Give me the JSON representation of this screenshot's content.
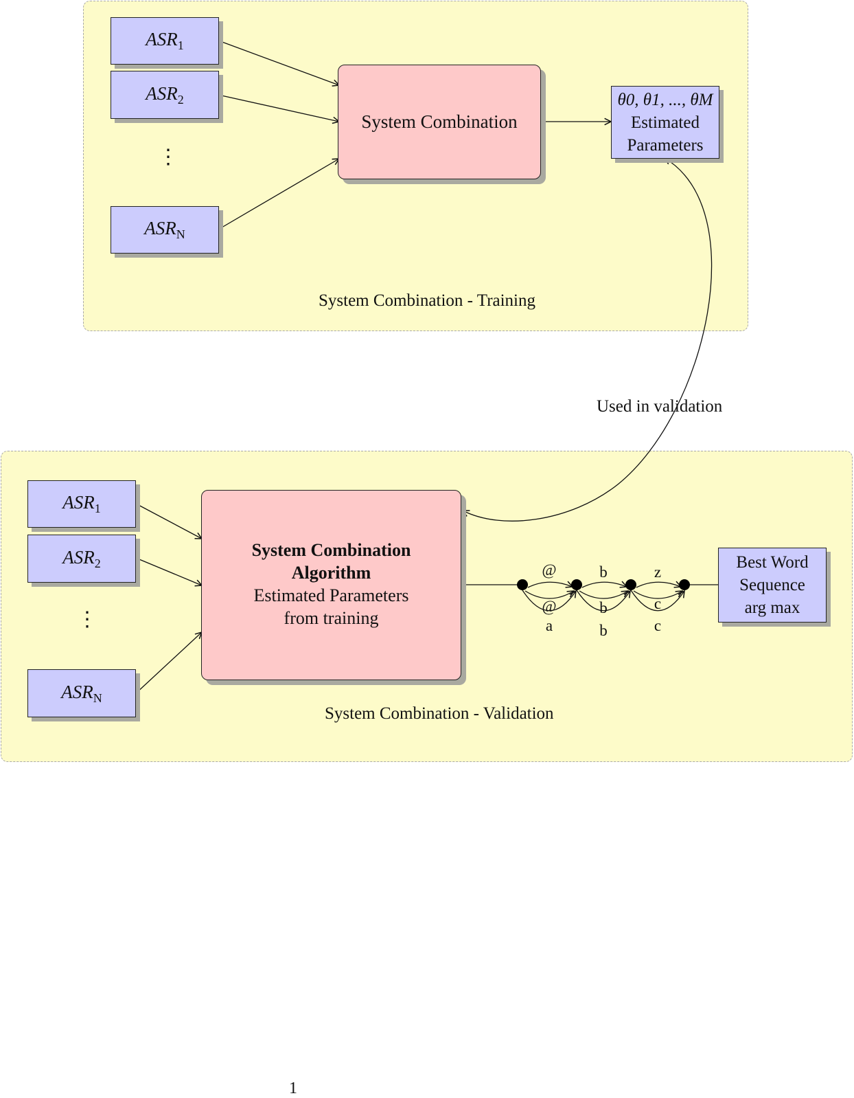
{
  "training": {
    "asr": [
      {
        "base": "ASR",
        "sub": "1"
      },
      {
        "base": "ASR",
        "sub": "2"
      },
      {
        "base": "ASR",
        "sub": "N"
      }
    ],
    "ellipsis": "⋮",
    "combination_label": "System Combination",
    "params_formula": "θ0, θ1, ..., θM",
    "params_line1": "Estimated",
    "params_line2": "Parameters",
    "caption": "System Combination - Training"
  },
  "link_label": "Used in validation",
  "validation": {
    "asr": [
      {
        "base": "ASR",
        "sub": "1"
      },
      {
        "base": "ASR",
        "sub": "2"
      },
      {
        "base": "ASR",
        "sub": "N"
      }
    ],
    "ellipsis": "⋮",
    "algorithm_title_1": "System Combination",
    "algorithm_title_2": "Algorithm",
    "algorithm_desc_1": "Estimated Parameters",
    "algorithm_desc_2": "from training",
    "lattice": {
      "top": [
        "@",
        "b",
        "z"
      ],
      "middle": [
        "@",
        "b",
        "c"
      ],
      "bottom": [
        "a",
        "b",
        "c"
      ]
    },
    "output_line1": "Best Word",
    "output_line2": "Sequence",
    "output_line3": "arg max",
    "caption": "System Combination - Validation"
  },
  "page_number": "1"
}
